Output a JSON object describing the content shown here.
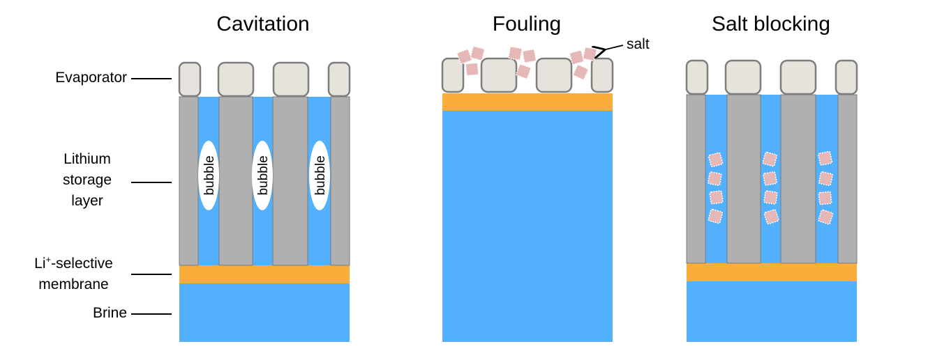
{
  "titles": {
    "cavitation": "Cavitation",
    "fouling": "Fouling",
    "salt_blocking": "Salt blocking"
  },
  "labels": {
    "evaporator": "Evaporator",
    "lithium_storage_line1": "Lithium",
    "lithium_storage_line2": "storage",
    "lithium_storage_line3": "layer",
    "membrane_li": "Li",
    "membrane_sup": "+",
    "membrane_rest": "-selective",
    "membrane_line2": "membrane",
    "brine": "Brine"
  },
  "annotations": {
    "bubble": "bubble",
    "salt": "salt"
  },
  "colors": {
    "brine": "#52b0fc",
    "membrane": "#fbad39",
    "pillar": "#b0b0b0",
    "pillar_edge": "#7a7a7a",
    "evaporator_fill": "#e6e3dc",
    "evaporator_edge": "#7d7d7d",
    "salt": "#e6b7b7",
    "bubble": "#ffffff"
  }
}
